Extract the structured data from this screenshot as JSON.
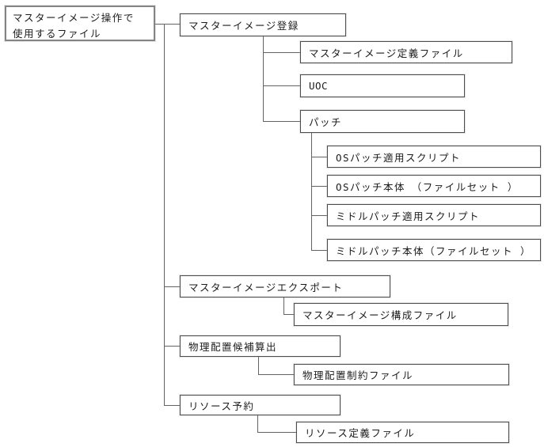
{
  "diagram": {
    "title_node": {
      "label_line1": "マスターイメージ操作で",
      "label_line2": "使用するファイル"
    },
    "nodes": {
      "master_image_registration": "マスターイメージ登録",
      "master_image_definition_file": "マスターイメージ定義ファイル",
      "uoc": "UOC",
      "patch": "パッチ",
      "os_patch_apply_script": "OSパッチ適用スクリプト",
      "os_patch_body": "OSパッチ本体　（ファイルセット ）",
      "middle_patch_apply_script": "ミドルパッチ適用スクリプト",
      "middle_patch_body": "ミドルパッチ本体（ファイルセット ）",
      "master_image_export": "マスターイメージエクスポート",
      "master_image_config_file": "マスターイメージ構成ファイル",
      "physical_layout_candidate_calc": "物理配置候補算出",
      "physical_layout_constraint_file": "物理配置制約ファイル",
      "resource_reservation": "リソース予約",
      "resource_definition_file": "リソース定義ファイル"
    },
    "colors": {
      "background": "#ffffff",
      "box_border": "#4d4d4d",
      "root_border": "#848484",
      "connector_line": "#636363",
      "text": "#1c1c1c"
    }
  }
}
